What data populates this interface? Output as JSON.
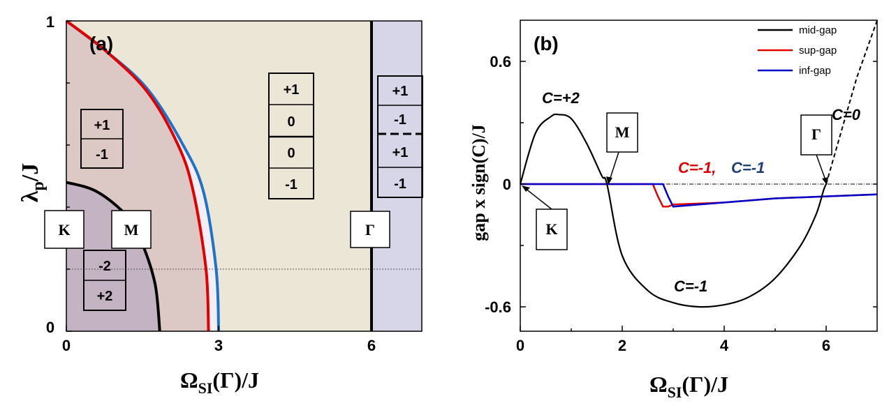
{
  "chart_data": [
    {
      "panel": "(a)",
      "type": "area",
      "xlabel": "Ω_SI(Γ)/J",
      "ylabel": "λ_p/J",
      "xlim": [
        0,
        7
      ],
      "ylim": [
        0,
        1
      ],
      "x_ticks": [
        "0",
        "3",
        "6"
      ],
      "y_ticks": [
        "0",
        "1"
      ],
      "reference_line_y": 0.2,
      "series": [
        {
          "x": [
            0,
            0.6,
            1.2,
            1.5,
            1.75,
            1.84
          ],
          "y": [
            0.48,
            0.45,
            0.37,
            0.28,
            0.15,
            0
          ]
        },
        {
          "x": [
            0,
            0.8,
            1.6,
            2.2,
            2.5,
            2.75,
            2.8
          ],
          "y": [
            1.0,
            0.9,
            0.77,
            0.6,
            0.45,
            0.2,
            0
          ]
        },
        {
          "x": [
            0,
            0.8,
            1.6,
            2.3,
            2.7,
            2.95,
            3.0
          ],
          "y": [
            1.0,
            0.9,
            0.78,
            0.6,
            0.45,
            0.2,
            0
          ]
        },
        {
          "x": [
            6.0,
            6.0
          ],
          "y": [
            0,
            1
          ]
        }
      ],
      "chern_boxes": [
        {
          "values": [
            "+1",
            "-1"
          ]
        },
        {
          "values": [
            "-2",
            "+2"
          ]
        },
        {
          "values": [
            "+1",
            "0",
            "0",
            "-1"
          ]
        },
        {
          "values": [
            "+1",
            "-1",
            "+1",
            "-1"
          ]
        }
      ],
      "point_labels": [
        "K",
        "M",
        "Γ"
      ]
    },
    {
      "panel": "(b)",
      "type": "line",
      "xlabel": "Ω_SI(Γ)/J",
      "ylabel": "gap x sign(C)/J",
      "xlim": [
        0,
        7
      ],
      "ylim": [
        -0.72,
        0.8
      ],
      "x_ticks": [
        "0",
        "2",
        "4",
        "6"
      ],
      "y_ticks": [
        "0.6",
        "0",
        "-0.6"
      ],
      "legend_position": "top-right",
      "series": [
        {
          "name": "mid-gap",
          "color": "#000000",
          "x": [
            0,
            0.3,
            0.6,
            0.75,
            1.0,
            1.3,
            1.6,
            1.7,
            2.0,
            2.5,
            3.0,
            3.5,
            4.0,
            4.5,
            5.0,
            5.5,
            5.8,
            5.95,
            6.0
          ],
          "y": [
            0,
            0.25,
            0.33,
            0.34,
            0.32,
            0.2,
            0.04,
            0,
            -0.35,
            -0.52,
            -0.58,
            -0.6,
            -0.59,
            -0.55,
            -0.46,
            -0.3,
            -0.15,
            -0.03,
            0
          ]
        },
        {
          "name": "sup-gap",
          "color": "#e00000",
          "x": [
            0,
            2.6,
            2.7,
            2.8,
            2.9,
            3.0,
            4.0,
            5.0,
            6.0,
            7.0
          ],
          "y": [
            0,
            0,
            -0.06,
            -0.11,
            -0.11,
            -0.1,
            -0.09,
            -0.07,
            -0.06,
            -0.05
          ]
        },
        {
          "name": "inf-gap",
          "color": "#0000cc",
          "x": [
            0,
            2.8,
            2.9,
            3.0,
            4.0,
            5.0,
            6.0,
            7.0
          ],
          "y": [
            0,
            0,
            -0.06,
            -0.11,
            -0.09,
            -0.07,
            -0.06,
            -0.05
          ]
        },
        {
          "x": [
            6.0,
            6.3,
            6.6,
            7.0
          ],
          "y": [
            0,
            0.26,
            0.52,
            0.85
          ]
        }
      ],
      "annotations": [
        "C=+2",
        "C=-1",
        "C=0",
        "C=-1,",
        "C=-1"
      ],
      "point_labels": [
        "K",
        "M",
        "Γ"
      ]
    }
  ],
  "panel_a": {
    "label": "(a)",
    "xlabel_main": "Ω",
    "xlabel_sub": "SI",
    "xlabel_rest": "(Γ)/J",
    "ylabel_main": "λ",
    "ylabel_sub": "p",
    "ylabel_rest": "/J",
    "xticks": [
      "0",
      "3",
      "6"
    ],
    "yticks": [
      "0",
      "1"
    ],
    "box1": [
      "+1",
      "-1"
    ],
    "box2": [
      "-2",
      "+2"
    ],
    "box3": [
      "+1",
      "0",
      "0",
      "-1"
    ],
    "box4": [
      "+1",
      "-1",
      "+1",
      "-1"
    ],
    "K": "K",
    "M": "M",
    "G": "Γ"
  },
  "panel_b": {
    "label": "(b)",
    "xlabel_main": "Ω",
    "xlabel_sub": "SI",
    "xlabel_rest": "(Γ)/J",
    "ylabel": "gap x sign(C)/J",
    "xticks": [
      "0",
      "2",
      "4",
      "6"
    ],
    "yticks": [
      "0.6",
      "0",
      "-0.6"
    ],
    "legend": [
      "mid-gap",
      "sup-gap",
      "inf-gap"
    ],
    "c_plus2": "C=+2",
    "c_minus1": "C=-1",
    "c_zero": "C=0",
    "c_red": "C=-1,",
    "c_blue": "C=-1",
    "K": "K",
    "M": "M",
    "G": "Γ"
  }
}
